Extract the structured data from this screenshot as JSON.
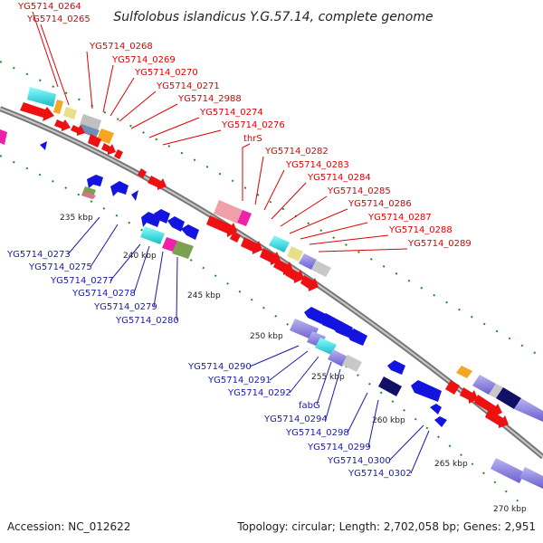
{
  "title": "Sulfolobus islandicus Y.G.57.14, complete genome",
  "footer": {
    "accession": "Accession: NC_012622",
    "topology": "Topology: circular; Length: 2,702,058 bp; Genes: 2,951"
  },
  "ticks": [
    "235 kbp",
    "240 kbp",
    "245 kbp",
    "250 kbp",
    "255 kbp",
    "260 kbp",
    "265 kbp",
    "270 kbp"
  ],
  "forward_labels": [
    "YG5714_0264",
    "YG5714_0265",
    "YG5714_0268",
    "YG5714_0269",
    "YG5714_0270",
    "YG5714_0271",
    "YG5714_2988",
    "YG5714_0274",
    "YG5714_0276",
    "thrS",
    "YG5714_0282",
    "YG5714_0283",
    "YG5714_0284",
    "YG5714_0285",
    "YG5714_0286",
    "YG5714_0287",
    "YG5714_0288",
    "YG5714_0289"
  ],
  "reverse_labels": [
    "YG5714_0273",
    "YG5714_0275",
    "YG5714_0277",
    "YG5714_0278",
    "YG5714_0279",
    "YG5714_0280",
    "YG5714_0290",
    "YG5714_0291",
    "YG5714_0292",
    "fabG",
    "YG5714_0294",
    "YG5714_0298",
    "YG5714_0299",
    "YG5714_0300",
    "YG5714_0302"
  ],
  "colors": {
    "forward_label": "#e00000",
    "reverse_label": "#1a1aa8",
    "forward_gene": "#ee1111",
    "reverse_gene": "#1414e0",
    "backbone": "#9a9a9a",
    "dots": "#228b22"
  }
}
